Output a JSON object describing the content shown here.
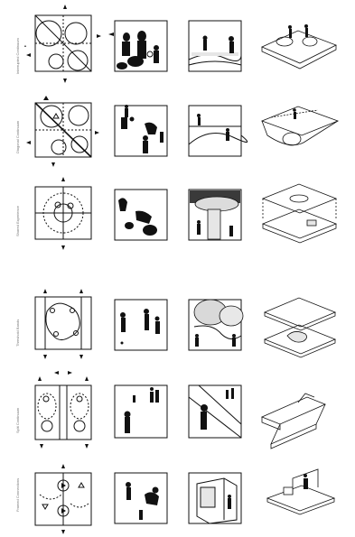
{
  "rows": [
    {
      "id": "row-1",
      "label": "Interrupted Continuum"
    },
    {
      "id": "row-2",
      "label": "Diagonal Continuum"
    },
    {
      "id": "row-3",
      "label": "Shared Experience"
    },
    {
      "id": "row-4",
      "label": "Threshold Bands"
    },
    {
      "id": "row-5",
      "label": "Split Continuum"
    },
    {
      "id": "row-6",
      "label": "Framed Connections"
    }
  ],
  "columns": [
    "plan-diagram",
    "figure-collage",
    "section-view",
    "axonometric"
  ],
  "colors": {
    "ink": "#111111",
    "line": "#222222",
    "fill": "#e6e6e6",
    "dark": "#3a3a3a"
  }
}
